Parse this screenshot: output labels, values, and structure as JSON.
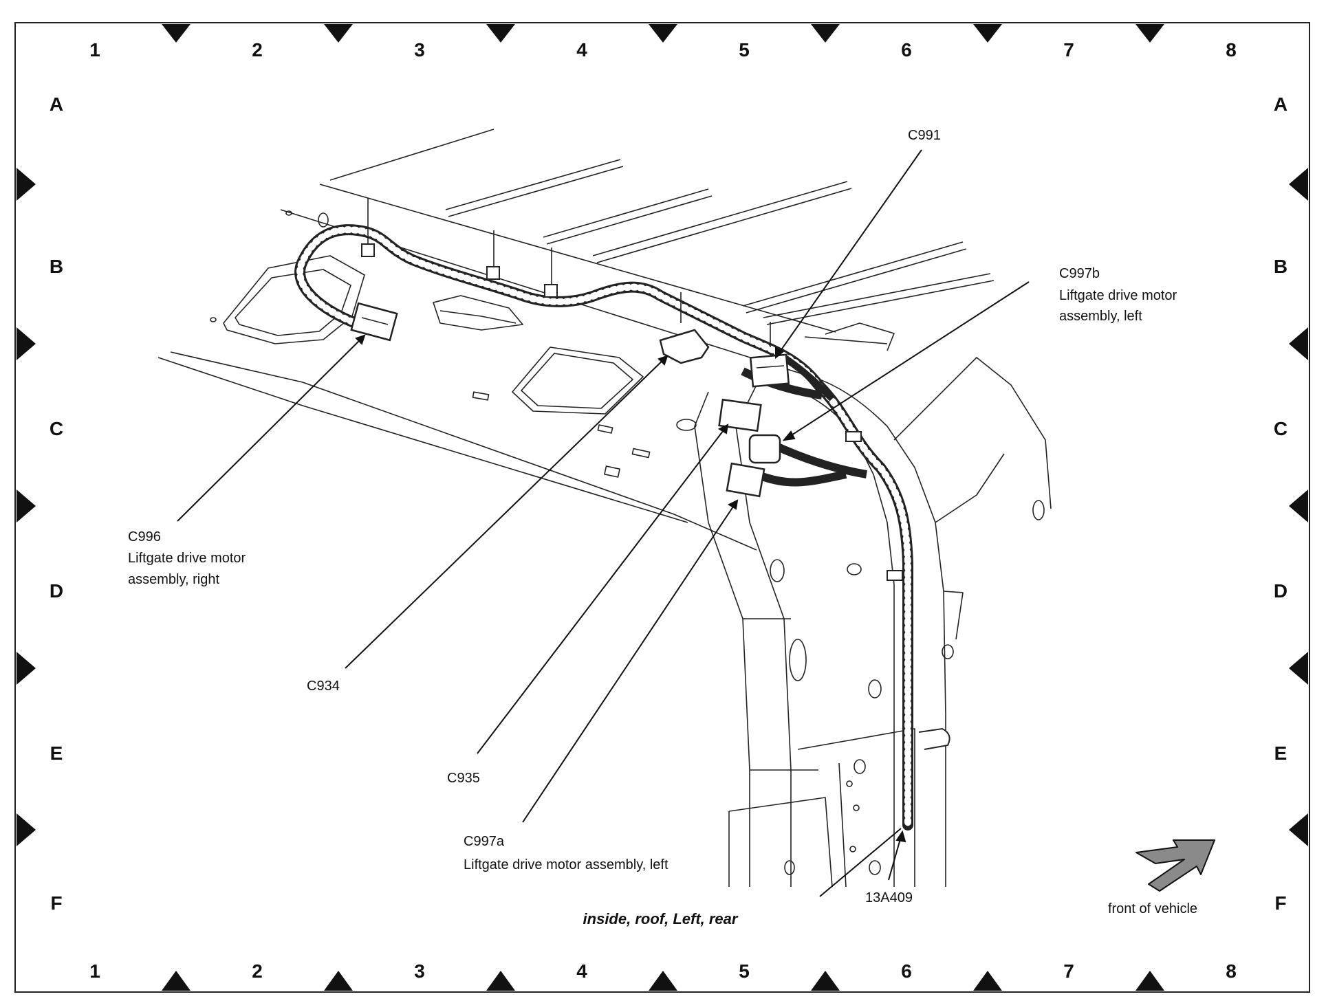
{
  "grid": {
    "columns": [
      "1",
      "2",
      "3",
      "4",
      "5",
      "6",
      "7",
      "8"
    ],
    "rows": [
      "A",
      "B",
      "C",
      "D",
      "E",
      "F"
    ]
  },
  "callouts": {
    "c991": {
      "id": "C991"
    },
    "c997b": {
      "id": "C997b",
      "lines": [
        "Liftgate drive motor",
        "assembly, left"
      ]
    },
    "c996": {
      "id": "C996",
      "lines": [
        "Liftgate drive motor",
        "assembly, right"
      ]
    },
    "c934": {
      "id": "C934"
    },
    "c935": {
      "id": "C935"
    },
    "c997a": {
      "id": "C997a",
      "lines": [
        "Liftgate drive motor assembly, left"
      ]
    },
    "harness": {
      "id": "13A409"
    }
  },
  "view_title": "inside, roof, Left, rear",
  "orientation_label": "front of vehicle",
  "colors": {
    "ink": "#111111",
    "frame": "#222222",
    "arrow_fill": "#8a8a8a"
  }
}
